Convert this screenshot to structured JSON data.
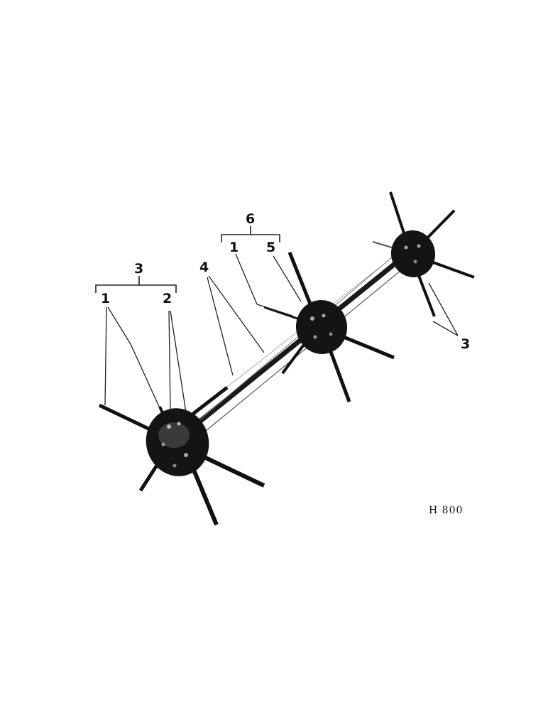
{
  "figure": {
    "code": "H 800",
    "ink_color": "#111111",
    "background": "#ffffff"
  },
  "callouts": {
    "left_group_number": "3",
    "left_item_1": "1",
    "left_item_2": "2",
    "middle_group_number": "6",
    "middle_item_1": "1",
    "middle_item_5": "5",
    "shaft_number": "4",
    "right_item_3": "3"
  },
  "icons": {
    "rotor_hub": "spiked-rotor-hub",
    "shaft": "drive-shaft"
  }
}
